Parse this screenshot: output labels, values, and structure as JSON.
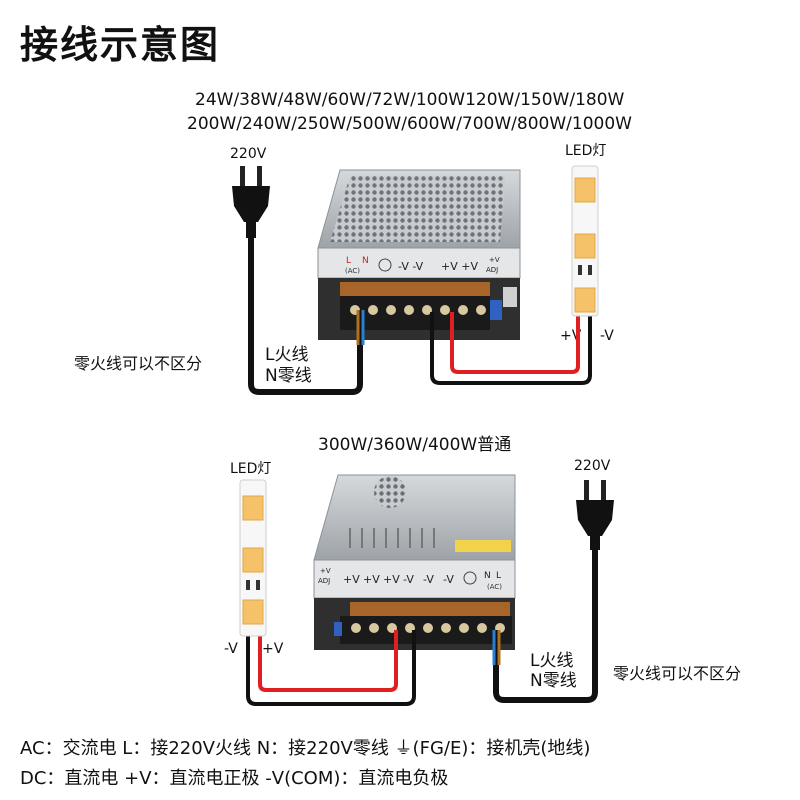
{
  "title": "接线示意图",
  "diagram1": {
    "models_line1": "24W/38W/48W/60W/72W/100W120W/150W/180W",
    "models_line2": "200W/240W/250W/500W/600W/700W/800W/1000W",
    "mains_label": "220V",
    "led_label": "LED灯",
    "led_plus": "+V",
    "led_minus": "-V",
    "wire_L": "L火线",
    "wire_N": "N零线",
    "note": "零火线可以不区分",
    "terminal_labels": [
      "L",
      "N",
      "(AC)",
      "-V -V",
      "+V +V",
      "+V",
      "ADJ"
    ]
  },
  "diagram2": {
    "models": "300W/360W/400W普通",
    "mains_label": "220V",
    "led_label": "LED灯",
    "led_minus": "-V",
    "led_plus": "+V",
    "wire_L": "L火线",
    "wire_N": "N零线",
    "note": "零火线可以不区分",
    "terminal_labels": [
      "+V",
      "ADJ",
      "+V",
      "+V",
      "+V",
      "-V",
      "-V",
      "-V",
      "N",
      "L",
      "(AC)"
    ]
  },
  "legend": {
    "line1": "AC：交流电   L：接220V火线   N：接220V零线   ⏚(FG/E)：接机壳(地线)",
    "line2": "DC：直流电   +V：直流电正极   -V(COM)：直流电负极"
  },
  "colors": {
    "wire_black": "#111111",
    "wire_red": "#e02020",
    "wire_brown": "#b07020",
    "wire_blue": "#2a80d0",
    "case_gray": "#b8bcc0",
    "terminal_brown": "#a8652a",
    "led_yellow": "#f5c26a"
  }
}
